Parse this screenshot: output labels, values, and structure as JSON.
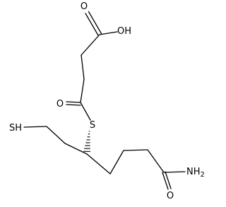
{
  "molecule": {
    "atom_labels": {
      "acid_carbonyl_o": "O",
      "acid_hydroxyl": "OH",
      "thioester_carbonyl_o": "O",
      "thioester_s": "S",
      "thiol": "SH",
      "amide_o": "O",
      "amide_n": "NH2"
    },
    "stereo_bond": "hashed-wedge",
    "colors": {
      "bond": "#000000",
      "label": "#000000",
      "background": "#ffffff"
    }
  }
}
